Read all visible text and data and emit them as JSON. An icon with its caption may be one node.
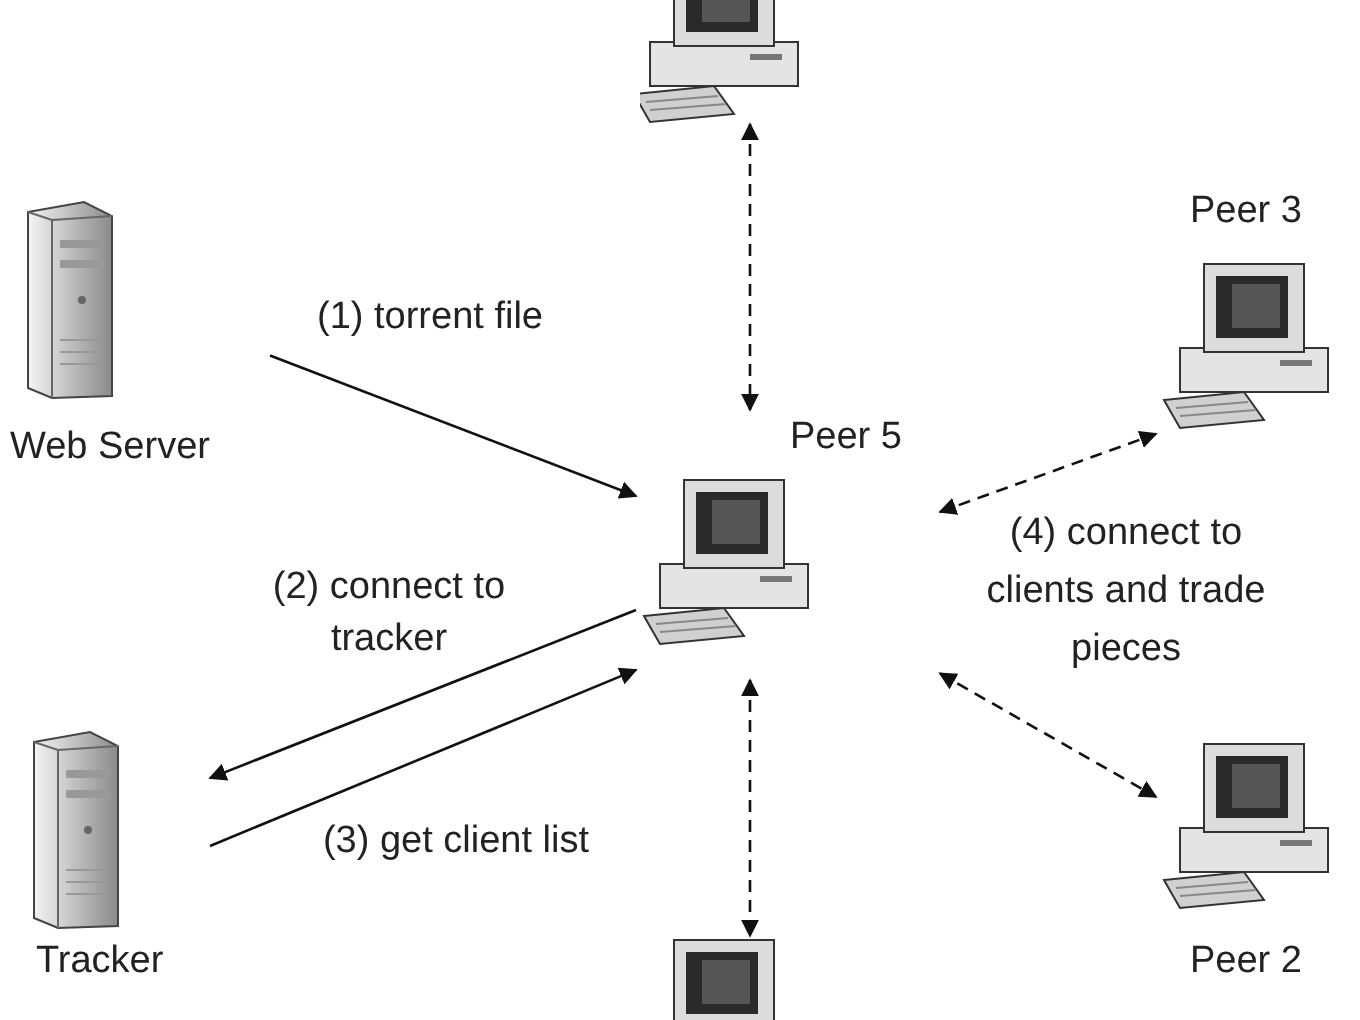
{
  "diagram": {
    "nodes": [
      {
        "text": [],
        "shape": "picture"
      },
      {
        "text": [
          "Peer 3"
        ]
      },
      {
        "text": [
          "Web Server"
        ]
      },
      {
        "text": [
          "Peer 5"
        ]
      },
      {
        "text": [
          "Tracker"
        ]
      },
      {
        "text": [
          "Peer 2"
        ]
      },
      {
        "text": [],
        "shape": "picture"
      }
    ],
    "edges": [
      {
        "from": 2,
        "to": 3,
        "arrow": "to",
        "label": "(1) torrent file"
      },
      {
        "from": 3,
        "to": 4,
        "arrow": "to",
        "label": "(2) connect to tracker"
      },
      {
        "from": 4,
        "to": 3,
        "arrow": "to",
        "label": "(3) get client list"
      },
      {
        "from": 0,
        "to": 3,
        "arrow": "both",
        "style": "dashed"
      },
      {
        "from": 3,
        "to": 1,
        "arrow": "both",
        "style": "dashed"
      },
      {
        "from": 3,
        "to": 5,
        "arrow": "both",
        "style": "dashed"
      },
      {
        "from": 3,
        "to": 6,
        "arrow": "both",
        "style": "dashed"
      }
    ],
    "labels": [
      "(4) connect to clients and trade pieces"
    ]
  }
}
